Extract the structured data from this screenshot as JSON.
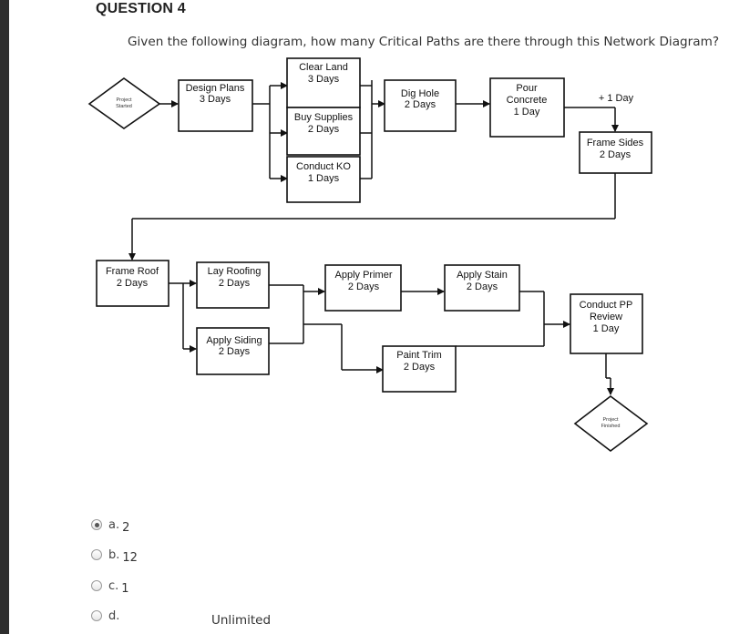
{
  "question": {
    "title": "QUESTION 4",
    "prompt": "Given the following diagram, how many Critical Paths are there through this Network Diagram?"
  },
  "diagram": {
    "start": {
      "line1": "Project",
      "line2": "Started"
    },
    "finish": {
      "line1": "Project",
      "line2": "Finished"
    },
    "nodes": {
      "design_plans": {
        "line1": "Design Plans",
        "line2": "3 Days"
      },
      "clear_land": {
        "line1": "Clear Land",
        "line2": "3 Days"
      },
      "buy_supplies": {
        "line1": "Buy Supplies",
        "line2": "2 Days"
      },
      "conduct_ko": {
        "line1": "Conduct KO",
        "line2": "1 Days"
      },
      "dig_hole": {
        "line1": "Dig Hole",
        "line2": "2 Days"
      },
      "pour_concrete": {
        "line1": "Pour",
        "line2": "Concrete",
        "line3": "1 Day"
      },
      "frame_sides": {
        "line1": "Frame Sides",
        "line2": "2 Days"
      },
      "frame_roof": {
        "line1": "Frame Roof",
        "line2": "2 Days"
      },
      "lay_roofing": {
        "line1": "Lay Roofing",
        "line2": "2 Days"
      },
      "apply_siding": {
        "line1": "Apply Siding",
        "line2": "2 Days"
      },
      "apply_primer": {
        "line1": "Apply Primer",
        "line2": "2 Days"
      },
      "paint_trim": {
        "line1": "Paint Trim",
        "line2": "2 Days"
      },
      "apply_stain": {
        "line1": "Apply Stain",
        "line2": "2 Days"
      },
      "conduct_pp": {
        "line1": "Conduct PP",
        "line2": "Review",
        "line3": "1 Day"
      }
    },
    "lag_label": "+ 1 Day"
  },
  "answers": [
    {
      "letter": "a.",
      "value": "2",
      "selected": true
    },
    {
      "letter": "b.",
      "value": "12",
      "selected": false
    },
    {
      "letter": "c.",
      "value": "1",
      "selected": false
    },
    {
      "letter": "d.",
      "value": "Unlimited",
      "selected": false
    }
  ]
}
